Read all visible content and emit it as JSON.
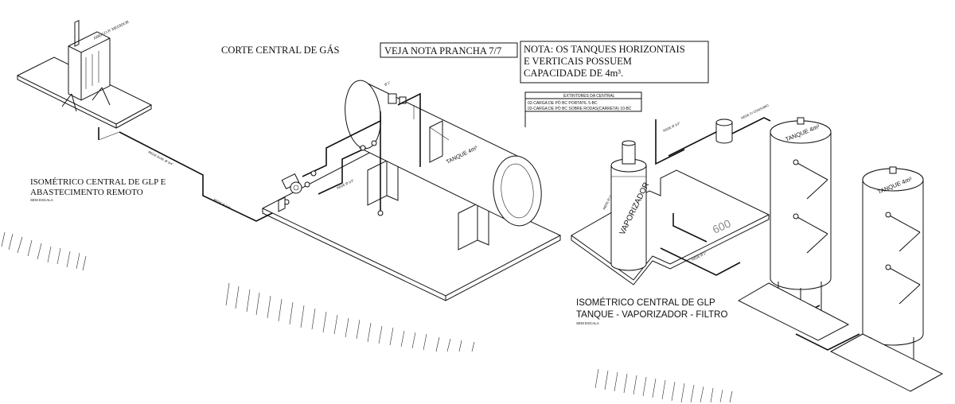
{
  "drawing": {
    "title_center": "CORTE CENTRAL DE GÁS",
    "note_ref": "VEJA NOTA PRANCHA 7/7",
    "note_box": {
      "line1": "NOTA: OS TANQUES HORIZONTAIS",
      "line2": "E VERTICAIS POSSUEM",
      "line3": "CAPACIDADE DE 4m³."
    },
    "extinguisher_table": {
      "header": "EXTINTORES DA CENTRAL",
      "row1": "02-CARGA DE PÓ BC PORTATIL 5-BC",
      "row2": "02-CARGA DE PÓ BC SOBRE RODAS(CARRETA) 10-BC"
    },
    "left_view": {
      "title_line1": "ISOMÉTRICO CENTRAL DE GLP E",
      "title_line2": "ABASTECIMENTO REMOTO",
      "scale": "SEM ESCALA"
    },
    "right_view": {
      "title_line1": "ISOMÉTRICO CENTRAL DE GLP",
      "title_line2": "TANQUE - VAPORIZADOR - FILTRO",
      "scale": "SEM ESCALA"
    },
    "labels": {
      "tank_horizontal": "TANQUE 4m³",
      "tank_vertical_1": "TANQUE 4m³",
      "tank_vertical_2": "TANQUE 4m³",
      "vaporizer": "VAPORIZADOR",
      "dimension": "600"
    }
  }
}
